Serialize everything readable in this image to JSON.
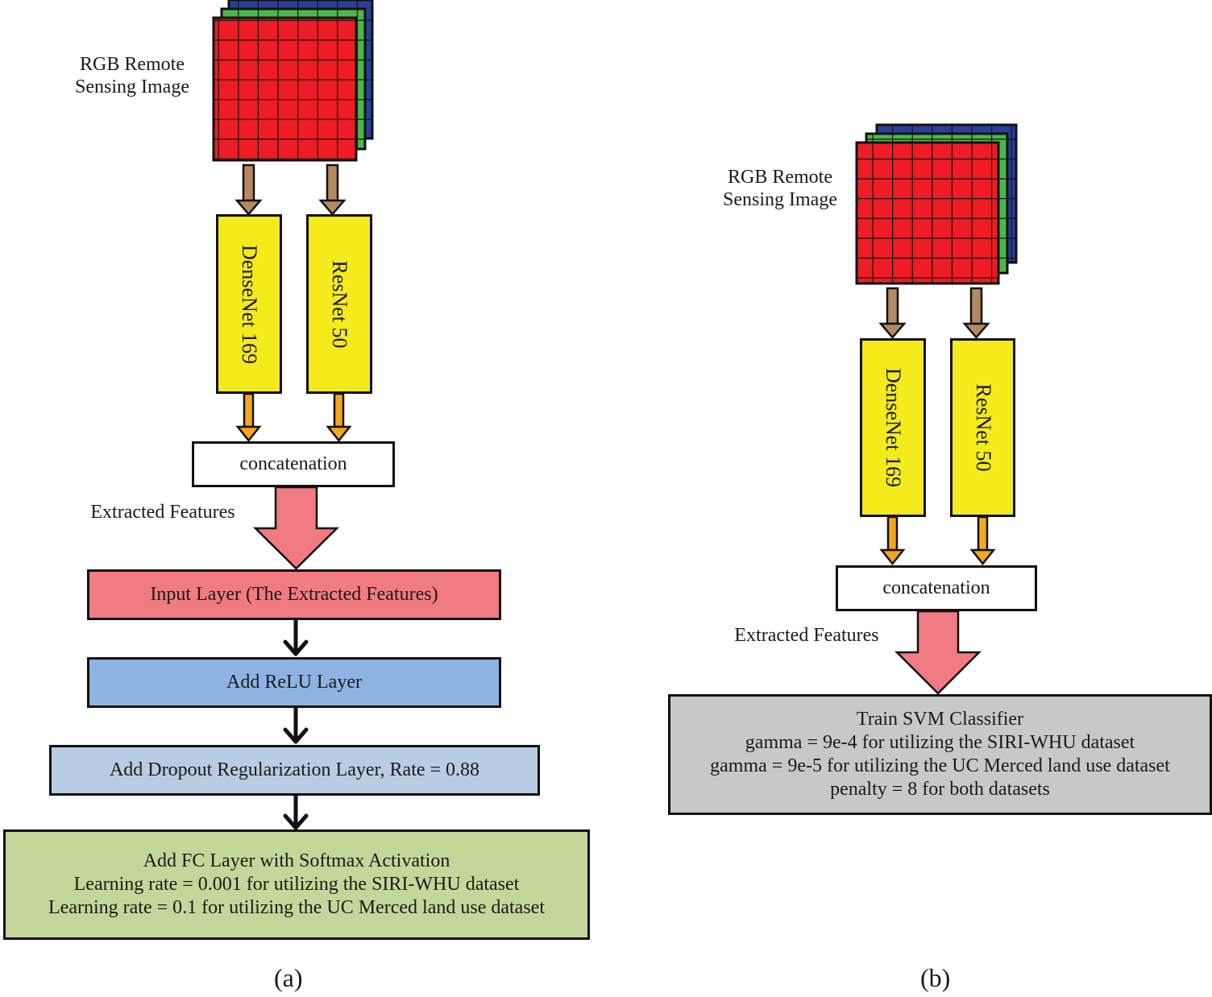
{
  "panel_a": {
    "image_label_line1": "RGB Remote",
    "image_label_line2": "Sensing Image",
    "branch1": "DenseNet 169",
    "branch2": "ResNet 50",
    "concat": "concatenation",
    "features_label": "Extracted Features",
    "input_layer": "Input Layer (The Extracted Features)",
    "relu_layer": "Add ReLU Layer",
    "dropout_layer": "Add Dropout Regularization Layer, Rate = 0.88",
    "fc_layer": {
      "line1": "Add FC Layer with Softmax Activation",
      "line2": "Learning rate = 0.001 for utilizing the SIRI-WHU dataset",
      "line3": "Learning rate = 0.1 for utilizing the UC Merced land use dataset"
    },
    "caption": "(a)"
  },
  "panel_b": {
    "image_label_line1": "RGB Remote",
    "image_label_line2": "Sensing Image",
    "branch1": "DenseNet 169",
    "branch2": "ResNet 50",
    "concat": "concatenation",
    "features_label": "Extracted Features",
    "svm": {
      "line1": "Train SVM Classifier",
      "line2": "gamma = 9e-4 for utilizing the SIRI-WHU dataset",
      "line3": "gamma = 9e-5 for utilizing the UC Merced land use dataset",
      "line4": "penalty = 8 for both datasets"
    },
    "caption": "(b)"
  },
  "colors": {
    "red_channel": "#ee1c24",
    "green_channel": "#4bb749",
    "blue_channel": "#2b3f9a",
    "backbone_box": "#f4ea1c",
    "feature_arrow": "#f07b82",
    "input_layer": "#f07b82",
    "relu_layer": "#8db3e2",
    "dropout_layer": "#b8cce4",
    "fc_layer": "#c4d79b",
    "svm_box": "#c8c8c8",
    "orange_arrow": "#f5a81c",
    "brown_arrow": "#b58a62"
  }
}
